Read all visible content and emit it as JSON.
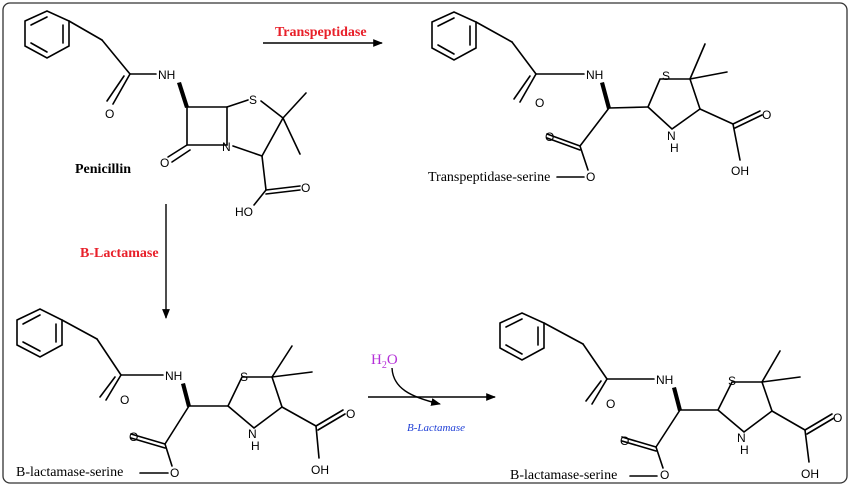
{
  "labels": {
    "penicillin": "Penicillin",
    "transpeptidase": "Transpeptidase",
    "b_lactamase_top": "B-Lactamase",
    "b_lactamase_italic": "B-Lactamase",
    "transpeptidase_serine": "Transpeptidase-serine",
    "b_lactamase_serine_left": "B-lactamase-serine",
    "b_lactamase_serine_right": "B-lactamase-serine",
    "water_h": "H",
    "water_sub": "2",
    "water_o": "O"
  },
  "atoms": {
    "nh": "NH",
    "n": "N",
    "h": "H",
    "s": "S",
    "o": "O",
    "ho": "HO",
    "oh": "OH"
  },
  "colors": {
    "enzyme_label": "#e8202a",
    "water": "#b430d8",
    "enzyme_italic": "#1f3fd6",
    "frame": "#333333"
  }
}
